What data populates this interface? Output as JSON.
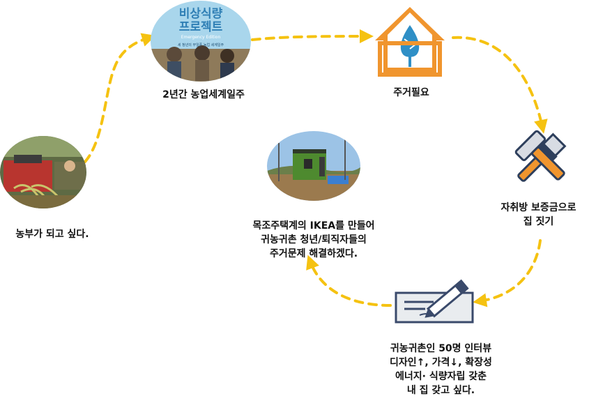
{
  "colors": {
    "arrow": "#F5C211",
    "house_orange": "#F0952E",
    "house_blue": "#2F8FC6",
    "tool_orange": "#F0952E",
    "tool_navy": "#2E3F5C",
    "tool_gray": "#D8DCE3",
    "paper_gray": "#E9ECEF",
    "pen_navy": "#3A4A6B"
  },
  "nodes": {
    "farmer": {
      "label": "농부가 되고 싶다."
    },
    "world_tour": {
      "label": "2년간 농업세계일주",
      "poster_title_1": "비상식량",
      "poster_title_2": "프로젝트",
      "poster_subtitle": "Emergency Edition",
      "poster_caption": "세 청년의 무일푼 농업 세계일주"
    },
    "housing_need": {
      "label": "주거필요",
      "icon": "house-tree-icon"
    },
    "deposit": {
      "label_lines": [
        "자취방 보증금으로",
        "집 짓기"
      ],
      "icon": "brush-hammer-icon"
    },
    "interview": {
      "label_lines": [
        "귀농귀촌인 50명 인터뷰",
        "디자인↑, 가격↓, 확장성",
        "에너지· 식량자립 갖춘",
        "내 집 갖고 싶다."
      ],
      "icon": "paper-pen-icon"
    },
    "solution": {
      "label_lines": [
        "목조주택계의 IKEA를 만들어",
        "귀농귀촌 청년/퇴직자들의",
        "주거문제 해결하겠다."
      ]
    }
  }
}
